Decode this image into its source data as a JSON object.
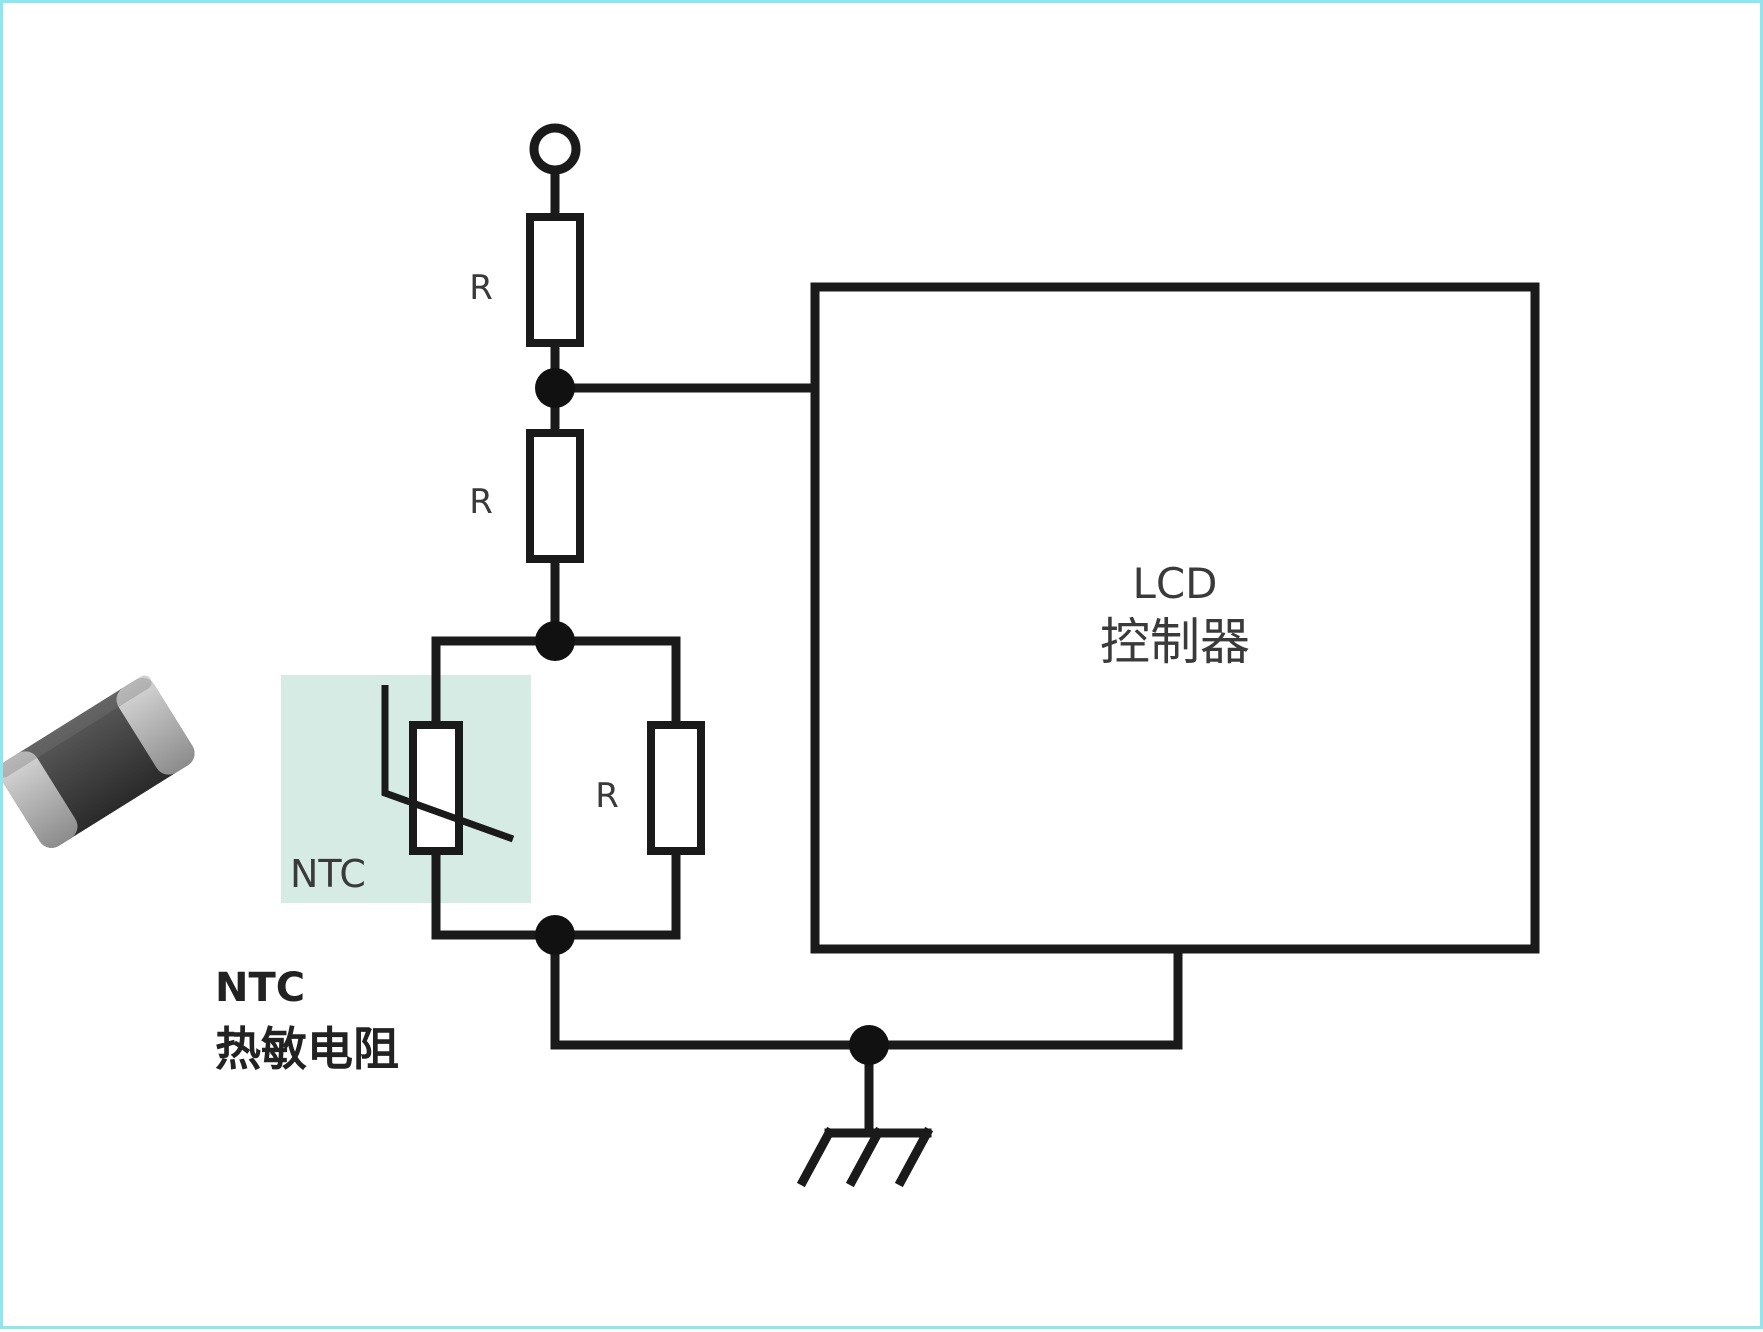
{
  "diagram": {
    "labels": {
      "resistor_top": "R",
      "resistor_middle": "R",
      "resistor_parallel": "R",
      "ntc_symbol": "NTC",
      "lcd_line1": "LCD",
      "lcd_line2": "控制器",
      "legend_line1": "NTC",
      "legend_line2": "热敏电阻"
    },
    "colors": {
      "ntc_highlight": "#cfe8de",
      "frame_border": "#8fe6ee",
      "wire": "#1a1a1a"
    },
    "icons": {
      "chip_component": "smd-chip-thermistor-icon",
      "ground": "ground-icon",
      "supply_terminal": "supply-terminal-icon"
    }
  }
}
